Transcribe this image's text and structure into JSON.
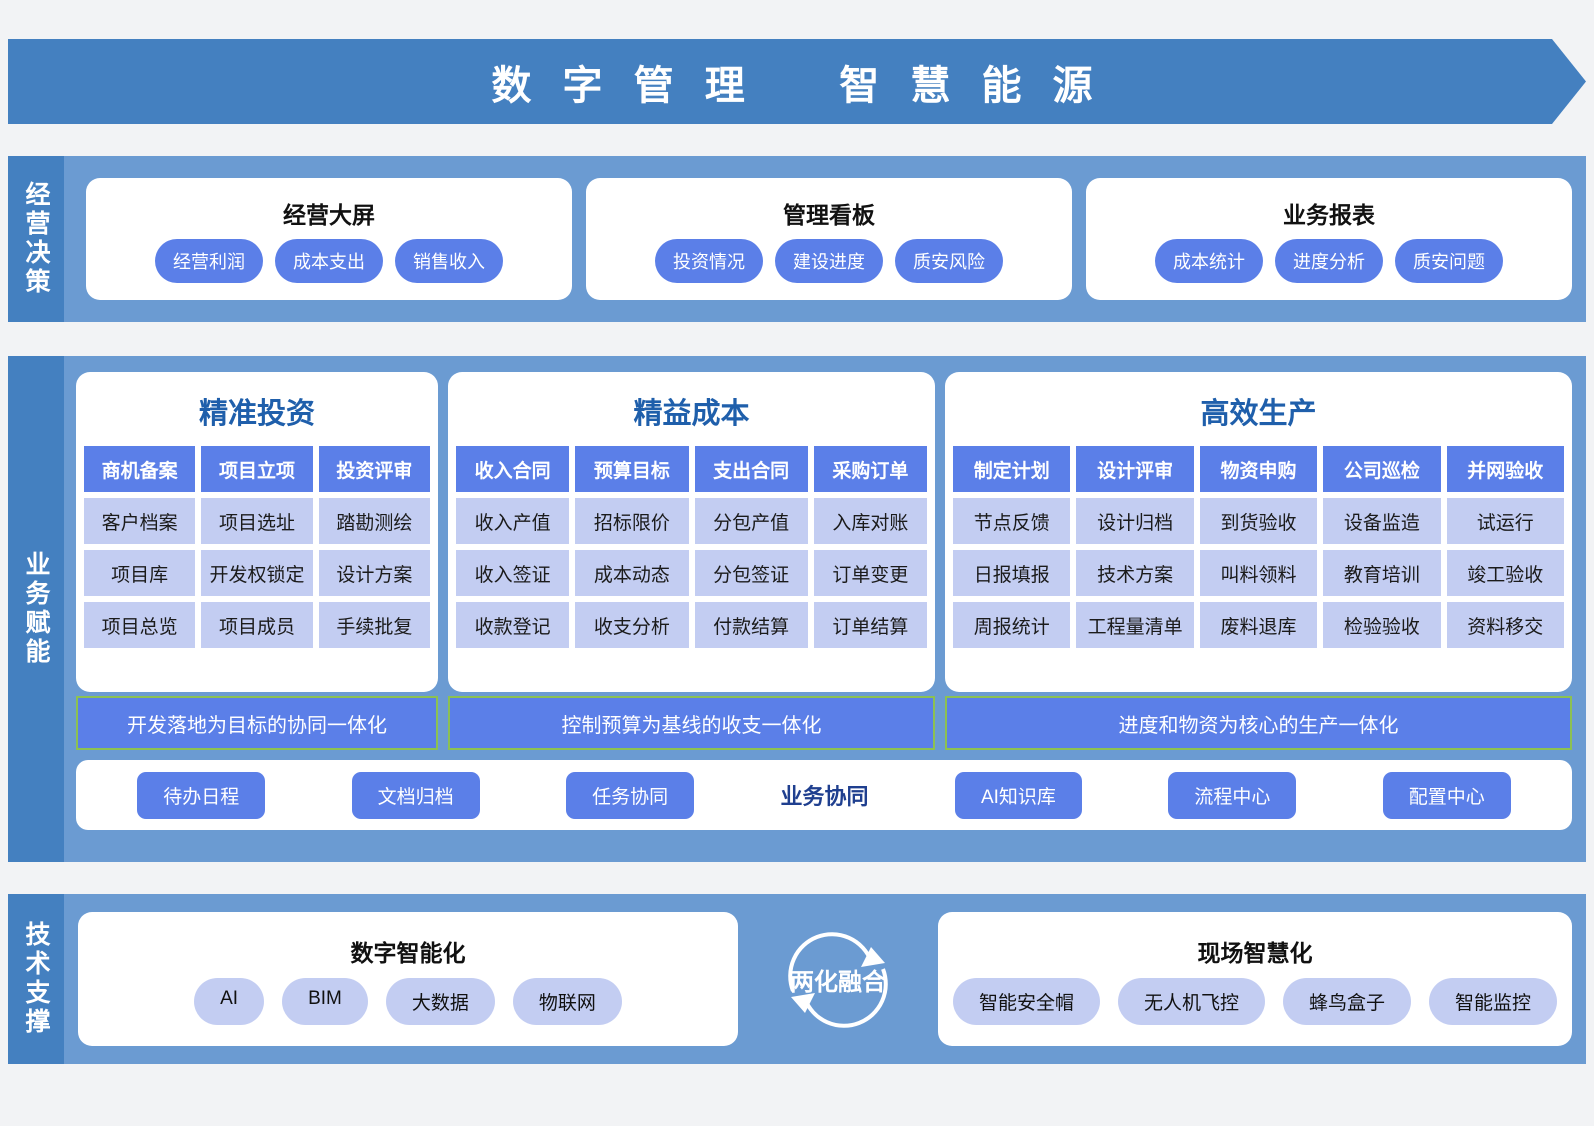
{
  "banner": {
    "title": "数 字 管 理    智 慧 能 源"
  },
  "decision": {
    "rail_label": "经营决策",
    "cards": [
      {
        "title": "经营大屏",
        "pills": [
          "经营利润",
          "成本支出",
          "销售收入"
        ]
      },
      {
        "title": "管理看板",
        "pills": [
          "投资情况",
          "建设进度",
          "质安风险"
        ]
      },
      {
        "title": "业务报表",
        "pills": [
          "成本统计",
          "进度分析",
          "质安问题"
        ]
      }
    ]
  },
  "enablement": {
    "rail_label": "业务赋能",
    "columns": [
      {
        "title": "精准投资",
        "cols": 3,
        "headers": [
          "商机备案",
          "项目立项",
          "投资评审"
        ],
        "rows": [
          [
            "客户档案",
            "项目选址",
            "踏勘测绘"
          ],
          [
            "项目库",
            "开发权锁定",
            "设计方案"
          ],
          [
            "项目总览",
            "项目成员",
            "手续批复"
          ]
        ],
        "integration": "开发落地为目标的协同一体化"
      },
      {
        "title": "精益成本",
        "cols": 4,
        "headers": [
          "收入合同",
          "预算目标",
          "支出合同",
          "采购订单"
        ],
        "rows": [
          [
            "收入产值",
            "招标限价",
            "分包产值",
            "入库对账"
          ],
          [
            "收入签证",
            "成本动态",
            "分包签证",
            "订单变更"
          ],
          [
            "收款登记",
            "收支分析",
            "付款结算",
            "订单结算"
          ]
        ],
        "integration": "控制预算为基线的收支一体化"
      },
      {
        "title": "高效生产",
        "cols": 5,
        "headers": [
          "制定计划",
          "设计评审",
          "物资申购",
          "公司巡检",
          "并网验收"
        ],
        "rows": [
          [
            "节点反馈",
            "设计归档",
            "到货验收",
            "设备监造",
            "试运行"
          ],
          [
            "日报填报",
            "技术方案",
            "叫料领料",
            "教育培训",
            "竣工验收"
          ],
          [
            "周报统计",
            "工程量清单",
            "废料退库",
            "检验验收",
            "资料移交"
          ]
        ],
        "integration": "进度和物资为核心的生产一体化"
      }
    ],
    "collaboration": {
      "left_buttons": [
        "待办日程",
        "文档归档",
        "任务协同"
      ],
      "label": "业务协同",
      "right_buttons": [
        "AI知识库",
        "流程中心",
        "配置中心"
      ]
    }
  },
  "tech": {
    "rail_label": "技术支撑",
    "left_card": {
      "title": "数字智能化",
      "pills": [
        "AI",
        "BIM",
        "大数据",
        "物联网"
      ]
    },
    "fusion": {
      "label": "两化融合",
      "icon": "sync-circular-arrows-icon"
    },
    "right_card": {
      "title": "现场智慧化",
      "pills": [
        "智能安全帽",
        "无人机飞控",
        "蜂鸟盒子",
        "智能监控"
      ]
    }
  },
  "colors": {
    "banner_blue": "#4480c0",
    "section_blue": "#6b9bd2",
    "rail_blue": "#4480c0",
    "tile_blue": "#5b7fe8",
    "tile_light": "#c3cdf2",
    "title_blue": "#1f5fab",
    "integration_border_green": "#8cc152",
    "page_bg": "#f2f3f5"
  }
}
